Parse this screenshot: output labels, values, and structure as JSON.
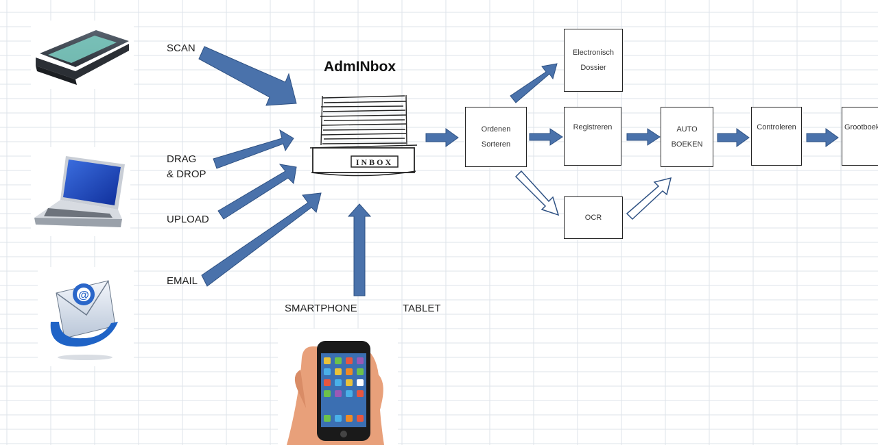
{
  "title": "AdmINbox",
  "inbox_tray_label": "INBOX",
  "sources": {
    "scan": "SCAN",
    "drag_drop": "DRAG\n& DROP",
    "upload": "UPLOAD",
    "email": "EMAIL",
    "smartphone": "SMARTPHONE",
    "tablet": "TABLET"
  },
  "process_boxes": {
    "ordenen": "Ordenen\nSorteren",
    "electronisch": "Electronisch\nDossier",
    "registreren": "Registreren",
    "ocr": "OCR",
    "auto_boeken": "AUTO\nBOEKEN",
    "controleren": "Controleren",
    "grootboek": "Grootboek"
  },
  "icons": [
    "scanner-icon",
    "laptop-icon",
    "email-icon",
    "smartphone-icon",
    "inbox-tray-icon"
  ],
  "colors": {
    "arrow": "#4a72ab",
    "arrow_outline": "#2e5183",
    "grid": "#dde3ea",
    "box_border": "#222222"
  }
}
